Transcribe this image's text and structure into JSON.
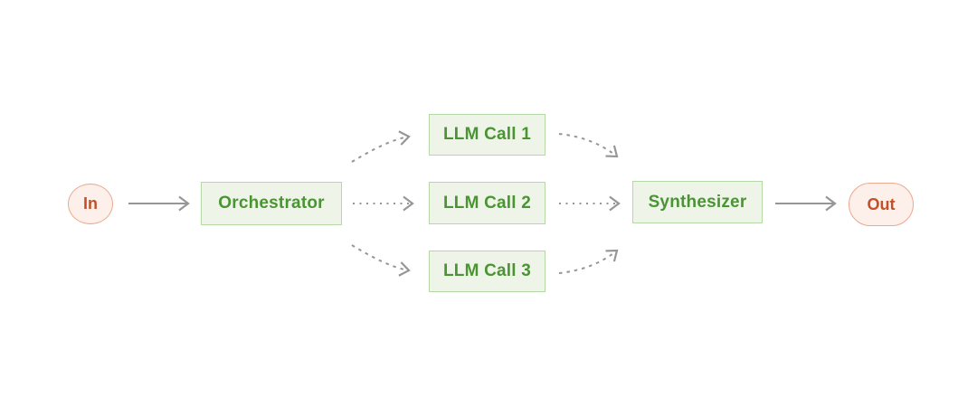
{
  "diagram": {
    "type": "flow-diagram",
    "pattern": "orchestrator-workers",
    "nodes": {
      "in": {
        "label": "In",
        "shape": "ellipse"
      },
      "orchestrator": {
        "label": "Orchestrator",
        "shape": "rect"
      },
      "llm_call_1": {
        "label": "LLM Call 1",
        "shape": "rect"
      },
      "llm_call_2": {
        "label": "LLM Call 2",
        "shape": "rect"
      },
      "llm_call_3": {
        "label": "LLM Call 3",
        "shape": "rect"
      },
      "synthesizer": {
        "label": "Synthesizer",
        "shape": "rect"
      },
      "out": {
        "label": "Out",
        "shape": "pill"
      }
    },
    "edges": [
      {
        "from": "in",
        "to": "orchestrator",
        "style": "solid"
      },
      {
        "from": "orchestrator",
        "to": "llm_call_1",
        "style": "dashed-curved"
      },
      {
        "from": "orchestrator",
        "to": "llm_call_2",
        "style": "dotted"
      },
      {
        "from": "orchestrator",
        "to": "llm_call_3",
        "style": "dashed-curved"
      },
      {
        "from": "llm_call_1",
        "to": "synthesizer",
        "style": "dashed-curved"
      },
      {
        "from": "llm_call_2",
        "to": "synthesizer",
        "style": "dotted"
      },
      {
        "from": "llm_call_3",
        "to": "synthesizer",
        "style": "dashed-curved"
      },
      {
        "from": "synthesizer",
        "to": "out",
        "style": "solid"
      }
    ],
    "colors": {
      "background": "#ffffff",
      "box_fill": "#eef5e8",
      "box_border": "#b5d8a6",
      "box_text": "#4b9433",
      "pill_fill": "#fdefe9",
      "pill_border": "#eba98d",
      "pill_text": "#c05129",
      "arrow_gray": "#969696"
    }
  }
}
